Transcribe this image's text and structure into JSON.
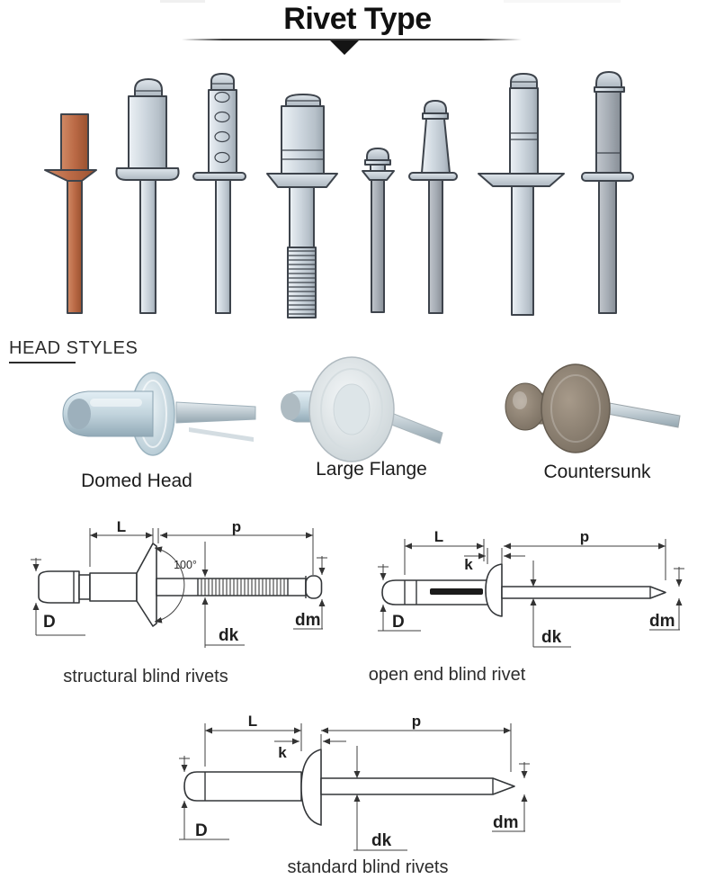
{
  "header": {
    "title": "Rivet Type"
  },
  "head_styles": {
    "heading": "HEAD STYLES",
    "items": [
      {
        "label": "Domed Head"
      },
      {
        "label": "Large Flange"
      },
      {
        "label": "Countersunk"
      }
    ]
  },
  "diagrams": {
    "structural": {
      "caption": "structural blind rivets",
      "dims": {
        "L": "L",
        "p": "p",
        "D": "D",
        "dk": "dk",
        "dm": "dm",
        "angle": "100°"
      }
    },
    "open_end": {
      "caption": "open end blind rivet",
      "dims": {
        "L": "L",
        "k": "k",
        "p": "p",
        "D": "D",
        "dk": "dk",
        "dm": "dm"
      }
    },
    "standard": {
      "caption": "standard blind rivets",
      "dims": {
        "L": "L",
        "k": "k",
        "p": "p",
        "D": "D",
        "dk": "dk",
        "dm": "dm"
      }
    }
  },
  "colors": {
    "copper": "#bb6a46",
    "steel": "#ccd5dd",
    "line_art": "#3a3a3a",
    "background": "#ffffff"
  }
}
